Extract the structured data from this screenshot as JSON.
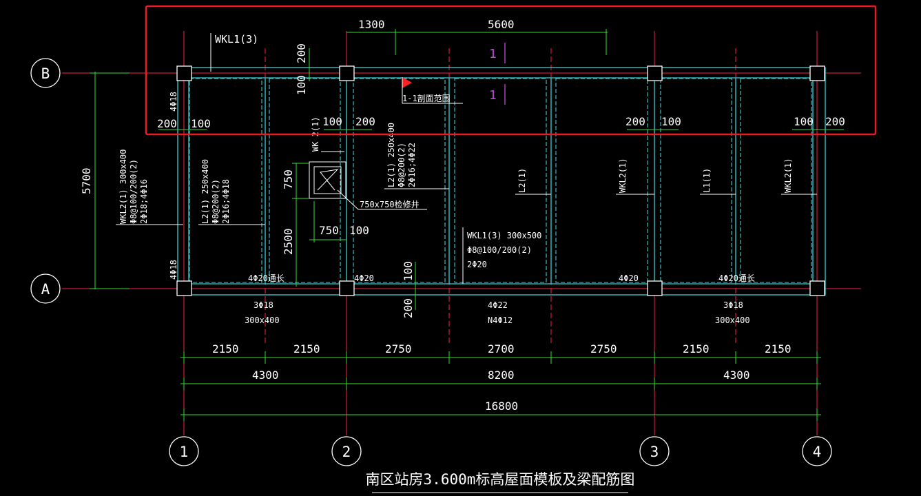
{
  "title": "南区站房3.600m标高屋面模板及梁配筋图",
  "axis_labels": {
    "B": "B",
    "A": "A",
    "n1": "1",
    "n2": "2",
    "n3": "3",
    "n4": "4"
  },
  "colors": {
    "grid": "#ff1c4a",
    "beam": "#39d0d0",
    "dimension": "#33e033",
    "text": "#ffffff",
    "section_mark": "#c04ad8",
    "highlight_box": "#e81c24",
    "flag": "#ff2020"
  },
  "top_dims": {
    "d1300": "1300",
    "d5600": "5600",
    "d200": "200",
    "d100": "100"
  },
  "section": {
    "mark_top": "1",
    "mark_bottom": "1",
    "range_label": "1-1剖面范围"
  },
  "labels": {
    "wkl1_3": "WKL1(3)",
    "phi_4_18_top": "4Φ18",
    "phi_4_18_bot": "4Φ18",
    "wk_2_1": "WK 2(1)",
    "d200_l": "200",
    "d100_l": "100",
    "d100_c": "100",
    "d200_c": "200",
    "d200_r3": "200",
    "d100_r3": "100",
    "d100_r4": "100",
    "d200_r4": "200"
  },
  "beams": {
    "wkl2_left": [
      "WKL2(1) 300x400",
      "Φ8@100/200(2)",
      "2Φ18;4Φ16"
    ],
    "l2_left": [
      "L2(1) 250x400",
      "Φ8@200(2)",
      "2Φ16;4Φ18"
    ],
    "l2_mid": [
      "L2(1) 250x400",
      "Φ8@200(2)",
      "2Φ16;4Φ22"
    ],
    "l2_center": "L2(1)",
    "wkl2_right3": "WKL2(1)",
    "l1_right": "L1(1)",
    "wkl2_right4": "WKL2(1)",
    "wkl1_mid": [
      "WKL1(3) 300x500",
      "Φ8@100/200(2)",
      "2Φ20"
    ]
  },
  "hatch": {
    "label": "750x750检修井",
    "d750_v": "750",
    "d750_h": "750",
    "d2500": "2500",
    "d100": "100"
  },
  "left_dim": "5700",
  "bottom_rebar": {
    "left_top": "4Φ20通长",
    "mid_a": "4Φ20",
    "mid_b": "4Φ20",
    "right_top": "4Φ20通长",
    "d100": "100",
    "d200": "200",
    "left_bot": [
      "3Φ18",
      "300x400"
    ],
    "center_bot": [
      "4Φ22",
      "N4Φ12"
    ],
    "right_bot": [
      "3Φ18",
      "300x400"
    ]
  },
  "dim_row1": [
    "2150",
    "2150",
    "2750",
    "2700",
    "2750",
    "2150",
    "2150"
  ],
  "dim_row2": [
    "4300",
    "8200",
    "4300"
  ],
  "dim_row3": "16800"
}
